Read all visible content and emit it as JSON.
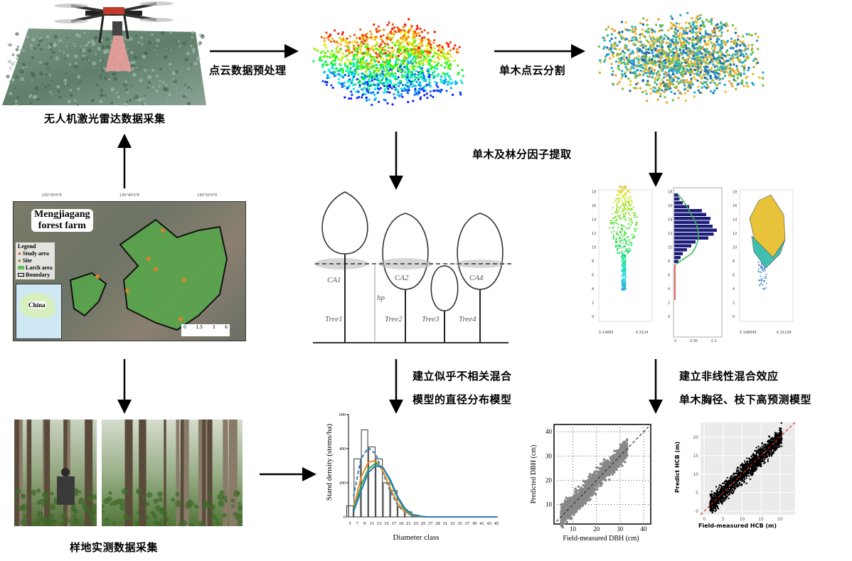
{
  "steps": {
    "uav_collection": "无人机激光雷达数据采集",
    "preprocess": "点云数据预处理",
    "segmentation": "单木点云分割",
    "factor_extraction": "单木及林分因子提取",
    "sur_model_line1": "建立似乎不相关混合",
    "sur_model_line2": "模型的直径分布模型",
    "nlme_line1": "建立非线性混合效应",
    "nlme_line2": "单木胸径、枝下高预测模型",
    "field_collection": "样地实测数据采集"
  },
  "map": {
    "title_line1": "Mengjiagang",
    "title_line2": "forest farm",
    "legend_title": "Legend",
    "legend": [
      "Study area",
      "Site",
      "Larch area",
      "Boundary"
    ],
    "inset_label": "China",
    "scale_ticks": [
      "0",
      "1.5",
      "3",
      "6"
    ],
    "lon_ticks": [
      "130°30'0\"E",
      "130°40'0\"E",
      "130°50'0\"E"
    ]
  },
  "tree_diagram": {
    "crown_labels": [
      "CA1",
      "CA2",
      "CA4"
    ],
    "tree_labels": [
      "Tree1",
      "Tree2",
      "Tree3",
      "Tree4"
    ],
    "height_label": "hp"
  },
  "crown_plots": {
    "z_ticks": [
      "0",
      "2",
      "4",
      "6",
      "8",
      "10",
      "12",
      "14",
      "16",
      "18"
    ],
    "xy_ticks": [
      "5.14865",
      "5.148645",
      "6.3124",
      "6.31238"
    ],
    "hist_x_ticks": [
      "0",
      "0.05",
      "0.1"
    ]
  },
  "chart_data": [
    {
      "type": "bar",
      "xlabel": "Diameter class",
      "ylabel": "Stand density (stems/ha)",
      "categories": [
        "5",
        "7",
        "9",
        "11",
        "13",
        "15",
        "17",
        "19",
        "21",
        "23",
        "25",
        "27",
        "29",
        "31",
        "33",
        "35",
        "37",
        "39",
        "41",
        "43",
        "45"
      ],
      "values": [
        65,
        340,
        510,
        410,
        340,
        200,
        155,
        60,
        30,
        10,
        0,
        0,
        0,
        0,
        0,
        0,
        0,
        0,
        0,
        0,
        0
      ],
      "yticks": [
        "0",
        "200",
        "400",
        "600"
      ],
      "ylim": [
        0,
        600
      ],
      "curves_x": [
        6,
        8,
        10,
        12,
        14,
        16,
        18,
        20,
        22,
        24,
        26,
        30,
        45
      ],
      "series": [
        {
          "name": "dashed",
          "color": "#2f7fb8",
          "values": [
            120,
            340,
            405,
            370,
            260,
            150,
            70,
            25,
            8,
            2,
            0,
            0,
            0
          ]
        },
        {
          "name": "orange",
          "color": "#f08a24",
          "values": [
            50,
            230,
            320,
            330,
            270,
            170,
            80,
            30,
            10,
            2,
            0,
            0,
            0
          ]
        },
        {
          "name": "green",
          "color": "#3aa55a",
          "values": [
            40,
            180,
            280,
            315,
            290,
            210,
            110,
            40,
            12,
            3,
            0,
            0,
            0
          ]
        },
        {
          "name": "blue",
          "color": "#2a7ab5",
          "values": [
            30,
            150,
            260,
            300,
            290,
            220,
            120,
            50,
            15,
            4,
            0,
            0,
            0
          ]
        }
      ]
    },
    {
      "type": "scatter",
      "xlabel": "Field-measured DBH (cm)",
      "ylabel": "Predicted DBH (cm)",
      "xticks": [
        "10",
        "20",
        "30",
        "40"
      ],
      "yticks": [
        "10",
        "20",
        "30",
        "40"
      ],
      "xlim": [
        2,
        43
      ],
      "ylim": [
        2,
        43
      ]
    },
    {
      "type": "scatter",
      "xlabel": "Field-measured HCB (m)",
      "ylabel": "Predict HCB (m)",
      "xticks": [
        "0",
        "5",
        "10",
        "15",
        "20"
      ],
      "yticks": [
        "0",
        "5",
        "10",
        "15",
        "20"
      ],
      "xlim": [
        -1,
        24
      ],
      "ylim": [
        -1,
        24
      ]
    }
  ]
}
